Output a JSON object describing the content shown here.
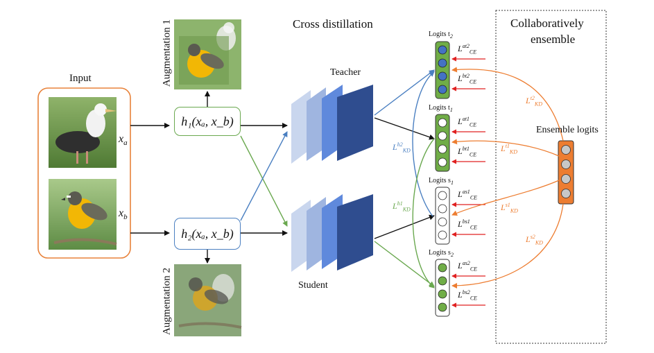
{
  "input": {
    "title": "Input",
    "xa": "x",
    "xa_sub": "a",
    "xb": "x",
    "xb_sub": "b",
    "image_a": "albatross photo",
    "image_b": "yellow-breasted bird photo"
  },
  "functions": {
    "h1": "h₁(xₐ, x_b)",
    "h2": "h₂(xₐ, x_b)"
  },
  "augmentations": {
    "aug1": "Augmentation 1",
    "aug2": "Augmentation 2"
  },
  "cross": {
    "title": "Cross distillation",
    "teacher": "Teacher",
    "student": "Student"
  },
  "ensemble": {
    "title_line1": "Collaboratively",
    "title_line2": "ensemble",
    "logits_label": "Ensemble logits"
  },
  "logits": [
    {
      "label": "Logits t",
      "sub": "2",
      "color": "blue",
      "ce_top": "L",
      "ce_top_sup": "at2",
      "ce_bottom": "L",
      "ce_bottom_sup": "bt2"
    },
    {
      "label": "Logits t",
      "sub": "1",
      "color": "white",
      "ce_top": "L",
      "ce_top_sup": "at1",
      "ce_bottom": "L",
      "ce_bottom_sup": "bt1"
    },
    {
      "label": "Logits s",
      "sub": "1",
      "color": "white",
      "ce_top": "L",
      "ce_top_sup": "as1",
      "ce_bottom": "L",
      "ce_bottom_sup": "bs1"
    },
    {
      "label": "Logits s",
      "sub": "2",
      "color": "green",
      "ce_top": "L",
      "ce_top_sup": "as2",
      "ce_bottom": "L",
      "ce_bottom_sup": "bs2"
    }
  ],
  "ce_sub": "CE",
  "kd_sub": "KD",
  "kd_labels": {
    "h2": "h2",
    "h1": "h1",
    "t2": "t2",
    "t1": "t1",
    "s1": "s1",
    "s2": "s2"
  },
  "colors": {
    "input_border": "#e8823a",
    "h1_border": "#6aa84f",
    "h2_border": "#4a7fc1",
    "teacher_arrow": "#4a7fc1",
    "student_arrow": "#6aa84f",
    "ensemble": "#ed7d31",
    "logit_green": "#70ad47",
    "logit_blue": "#4472c4",
    "ce_arrow": "#e02020"
  }
}
